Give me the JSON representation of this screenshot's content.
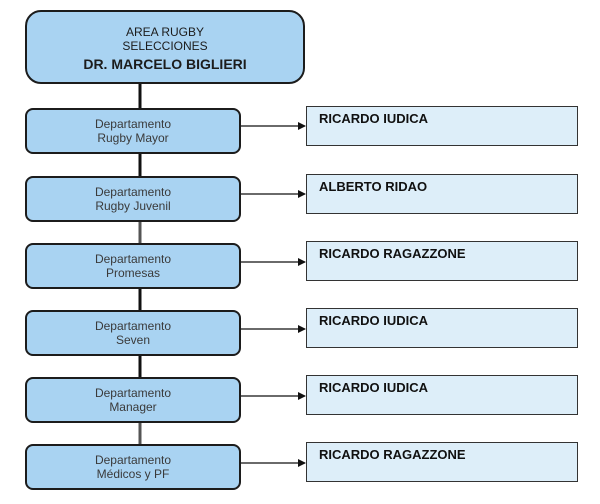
{
  "header": {
    "line1": "AREA RUGBY",
    "line2": "SELECCIONES",
    "line3": "DR. MARCELO BIGLIERI"
  },
  "departments": [
    {
      "line1": "Departamento",
      "line2": "Rugby Mayor",
      "person": "RICARDO IUDICA"
    },
    {
      "line1": "Departamento",
      "line2": "Rugby Juvenil",
      "person": "ALBERTO RIDAO"
    },
    {
      "line1": "Departamento",
      "line2": "Promesas",
      "person": "RICARDO RAGAZZONE"
    },
    {
      "line1": "Departamento",
      "line2": "Seven",
      "person": "RICARDO IUDICA"
    },
    {
      "line1": "Departamento",
      "line2": "Manager",
      "person": "RICARDO IUDICA"
    },
    {
      "line1": "Departamento",
      "line2": "Médicos y PF",
      "person": "RICARDO RAGAZZONE"
    }
  ],
  "colors": {
    "box_fill": "#a9d3f2",
    "name_fill": "#ddeef9",
    "border": "#1c1c1c"
  }
}
